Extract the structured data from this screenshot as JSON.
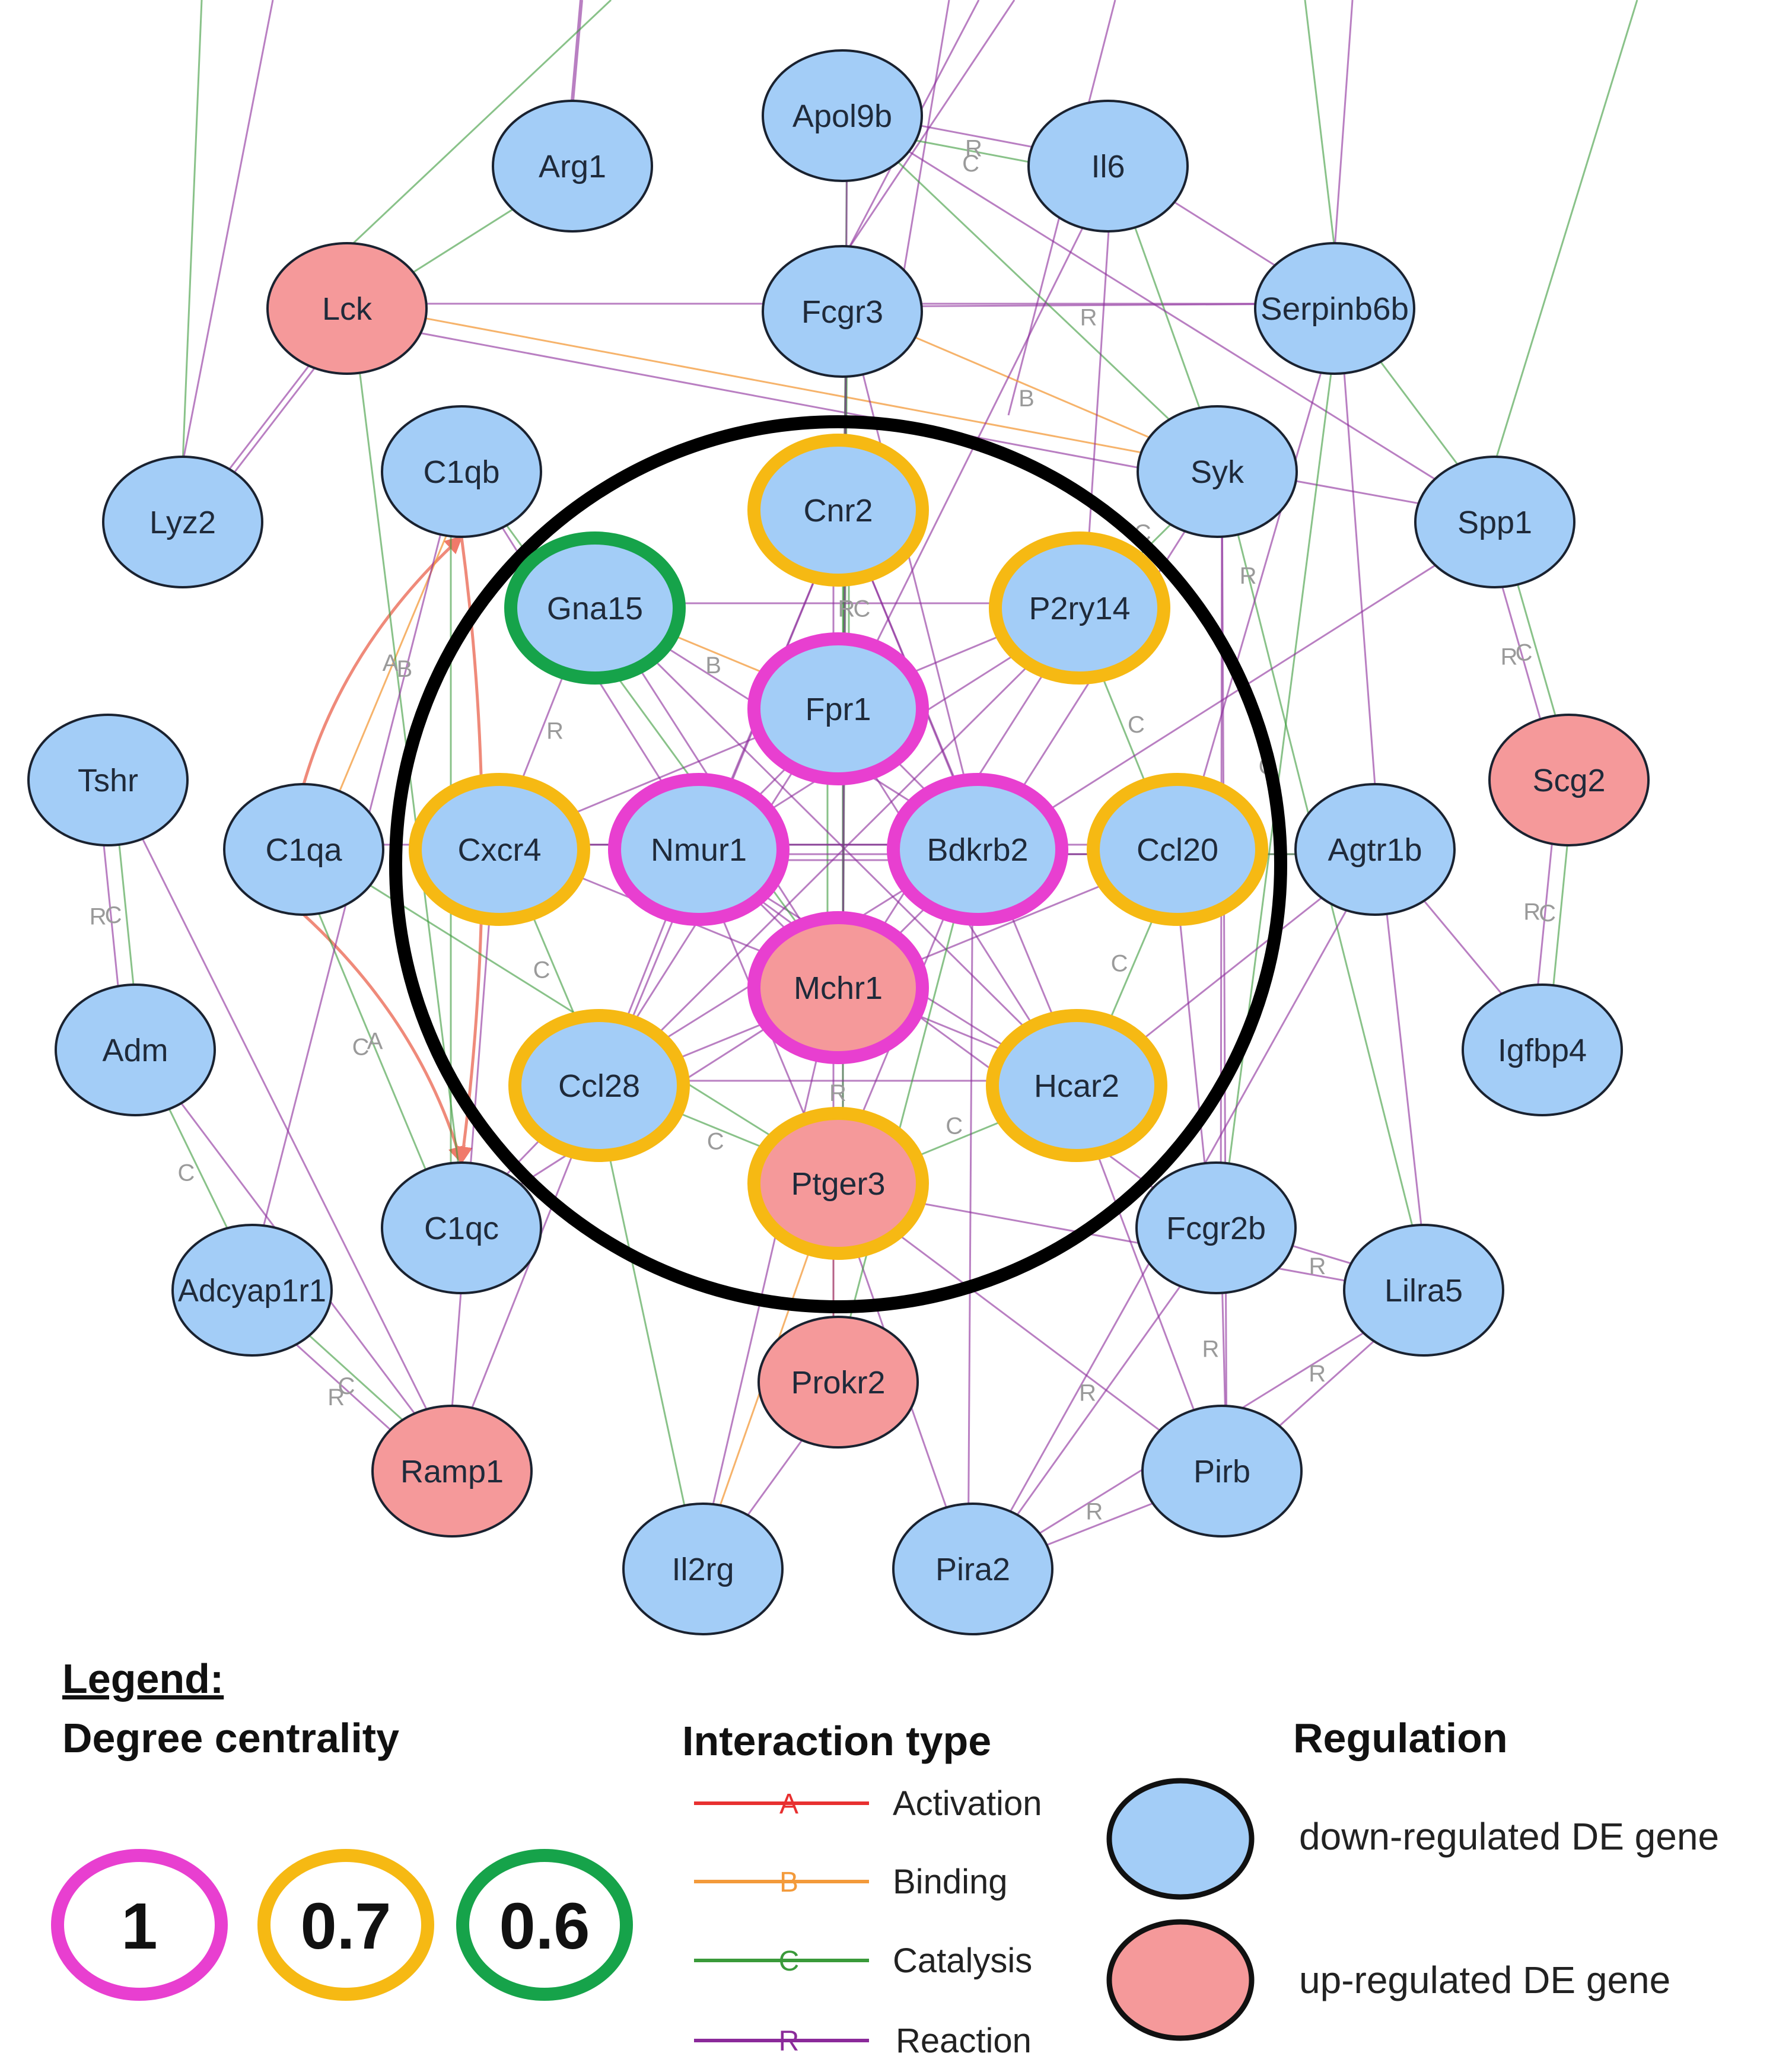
{
  "colors": {
    "down": "#a3cdf7",
    "up": "#f5999a",
    "deg1": "#e83fd0",
    "deg07": "#f6b913",
    "deg06": "#16a34a",
    "activation": "#e83030",
    "binding": "#f39a3a",
    "catalysis": "#3a9a3a",
    "reaction": "#8b2a9a",
    "highlight_circle": "#000000"
  },
  "nodes": [
    {
      "id": "Apol9b",
      "label": "Apol9b",
      "regulation": "down"
    },
    {
      "id": "Il6",
      "label": "Il6",
      "regulation": "down"
    },
    {
      "id": "Arg1",
      "label": "Arg1",
      "regulation": "down"
    },
    {
      "id": "Lck",
      "label": "Lck",
      "regulation": "up"
    },
    {
      "id": "Fcgr3",
      "label": "Fcgr3",
      "regulation": "down"
    },
    {
      "id": "Serpinb6b",
      "label": "Serpinb6b",
      "regulation": "down"
    },
    {
      "id": "C1qb",
      "label": "C1qb",
      "regulation": "down"
    },
    {
      "id": "Syk",
      "label": "Syk",
      "regulation": "down"
    },
    {
      "id": "Lyz2",
      "label": "Lyz2",
      "regulation": "down"
    },
    {
      "id": "Spp1",
      "label": "Spp1",
      "regulation": "down"
    },
    {
      "id": "Cnr2",
      "label": "Cnr2",
      "regulation": "down",
      "centrality": "0.7"
    },
    {
      "id": "Gna15",
      "label": "Gna15",
      "regulation": "down",
      "centrality": "0.6"
    },
    {
      "id": "P2ry14",
      "label": "P2ry14",
      "regulation": "down",
      "centrality": "0.7"
    },
    {
      "id": "Fpr1",
      "label": "Fpr1",
      "regulation": "down",
      "centrality": "1"
    },
    {
      "id": "Tshr",
      "label": "Tshr",
      "regulation": "down"
    },
    {
      "id": "Scg2",
      "label": "Scg2",
      "regulation": "up"
    },
    {
      "id": "C1qa",
      "label": "C1qa",
      "regulation": "down"
    },
    {
      "id": "Cxcr4",
      "label": "Cxcr4",
      "regulation": "down",
      "centrality": "0.7"
    },
    {
      "id": "Nmur1",
      "label": "Nmur1",
      "regulation": "down",
      "centrality": "1"
    },
    {
      "id": "Bdkrb2",
      "label": "Bdkrb2",
      "regulation": "down",
      "centrality": "1"
    },
    {
      "id": "Ccl20",
      "label": "Ccl20",
      "regulation": "down",
      "centrality": "0.7"
    },
    {
      "id": "Agtr1b",
      "label": "Agtr1b",
      "regulation": "down"
    },
    {
      "id": "Mchr1",
      "label": "Mchr1",
      "regulation": "up",
      "centrality": "1"
    },
    {
      "id": "Adm",
      "label": "Adm",
      "regulation": "down"
    },
    {
      "id": "Igfbp4",
      "label": "Igfbp4",
      "regulation": "down"
    },
    {
      "id": "Ccl28",
      "label": "Ccl28",
      "regulation": "down",
      "centrality": "0.7"
    },
    {
      "id": "Hcar2",
      "label": "Hcar2",
      "regulation": "down",
      "centrality": "0.7"
    },
    {
      "id": "Ptger3",
      "label": "Ptger3",
      "regulation": "up",
      "centrality": "0.7"
    },
    {
      "id": "C1qc",
      "label": "C1qc",
      "regulation": "down"
    },
    {
      "id": "Fcgr2b",
      "label": "Fcgr2b",
      "regulation": "down"
    },
    {
      "id": "Adcyap1r1",
      "label": "Adcyap1r1",
      "regulation": "down"
    },
    {
      "id": "Lilra5",
      "label": "Lilra5",
      "regulation": "down"
    },
    {
      "id": "Prokr2",
      "label": "Prokr2",
      "regulation": "up"
    },
    {
      "id": "Ramp1",
      "label": "Ramp1",
      "regulation": "up"
    },
    {
      "id": "Pirb",
      "label": "Pirb",
      "regulation": "down"
    },
    {
      "id": "Il2rg",
      "label": "Il2rg",
      "regulation": "down"
    },
    {
      "id": "Pira2",
      "label": "Pira2",
      "regulation": "down"
    }
  ],
  "edges": [
    {
      "s": "Apol9b",
      "t": "Il6",
      "type": "reaction",
      "label": "R"
    },
    {
      "s": "Apol9b",
      "t": "Il6",
      "type": "catalysis",
      "label": "C"
    },
    {
      "s": "Arg1",
      "t": "Lck",
      "type": "catalysis"
    },
    {
      "s": "Lck",
      "t": "Lyz2",
      "type": "reaction"
    },
    {
      "s": "Lck",
      "t": "Syk",
      "type": "binding"
    },
    {
      "s": "Lck",
      "t": "Syk",
      "type": "reaction"
    },
    {
      "s": "Lck",
      "t": "Serpinb6b",
      "type": "reaction"
    },
    {
      "s": "Fcgr3",
      "t": "Serpinb6b",
      "type": "reaction",
      "label": "R"
    },
    {
      "s": "Fcgr3",
      "t": "Syk",
      "type": "binding",
      "label": "B"
    },
    {
      "s": "Il6",
      "t": "Serpinb6b",
      "type": "reaction"
    },
    {
      "s": "Il6",
      "t": "Syk",
      "type": "catalysis"
    },
    {
      "s": "Apol9b",
      "t": "Syk",
      "type": "catalysis"
    },
    {
      "s": "Apol9b",
      "t": "Spp1",
      "type": "reaction"
    },
    {
      "s": "Serpinb6b",
      "t": "Spp1",
      "type": "catalysis"
    },
    {
      "s": "Syk",
      "t": "Spp1",
      "type": "reaction"
    },
    {
      "s": "Spp1",
      "t": "Scg2",
      "type": "catalysis",
      "label": "C"
    },
    {
      "s": "Spp1",
      "t": "Scg2",
      "type": "reaction",
      "label": "R"
    },
    {
      "s": "Scg2",
      "t": "Igfbp4",
      "type": "catalysis",
      "label": "C"
    },
    {
      "s": "Scg2",
      "t": "Igfbp4",
      "type": "reaction",
      "label": "R"
    },
    {
      "s": "Agtr1b",
      "t": "Igfbp4",
      "type": "reaction"
    },
    {
      "s": "C1qa",
      "t": "C1qb",
      "type": "activation",
      "label": "A"
    },
    {
      "s": "C1qa",
      "t": "C1qb",
      "type": "binding",
      "label": "B"
    },
    {
      "s": "C1qa",
      "t": "C1qc",
      "type": "activation",
      "label": "A"
    },
    {
      "s": "C1qb",
      "t": "C1qc",
      "type": "activation",
      "label": "A"
    },
    {
      "s": "C1qa",
      "t": "C1qc",
      "type": "catalysis",
      "label": "C"
    },
    {
      "s": "C1qb",
      "t": "C1qc",
      "type": "catalysis"
    },
    {
      "s": "Tshr",
      "t": "Adm",
      "type": "catalysis",
      "label": "C"
    },
    {
      "s": "Tshr",
      "t": "Adm",
      "type": "reaction",
      "label": "R"
    },
    {
      "s": "Tshr",
      "t": "Ramp1",
      "type": "reaction"
    },
    {
      "s": "Adm",
      "t": "Adcyap1r1",
      "type": "catalysis",
      "label": "C"
    },
    {
      "s": "Adm",
      "t": "Ramp1",
      "type": "reaction",
      "label": "R"
    },
    {
      "s": "Adcyap1r1",
      "t": "Ramp1",
      "type": "catalysis",
      "label": "C"
    },
    {
      "s": "Adcyap1r1",
      "t": "Ramp1",
      "type": "reaction",
      "label": "R"
    },
    {
      "s": "Fcgr2b",
      "t": "Lilra5",
      "type": "reaction",
      "label": "R"
    },
    {
      "s": "Fcgr2b",
      "t": "Pirb",
      "type": "reaction",
      "label": "R"
    },
    {
      "s": "Lilra5",
      "t": "Pirb",
      "type": "reaction",
      "label": "R"
    },
    {
      "s": "Pirb",
      "t": "Pira2",
      "type": "reaction",
      "label": "R"
    },
    {
      "s": "Fcgr2b",
      "t": "Pira2",
      "type": "reaction",
      "label": "R"
    },
    {
      "s": "Lilra5",
      "t": "Pira2",
      "type": "reaction"
    },
    {
      "s": "Prokr2",
      "t": "Il2rg",
      "type": "reaction"
    },
    {
      "s": "Fpr1",
      "t": "Cnr2",
      "type": "reaction",
      "label": "R"
    },
    {
      "s": "Fpr1",
      "t": "Cnr2",
      "type": "catalysis",
      "label": "C"
    },
    {
      "s": "Fpr1",
      "t": "Nmur1",
      "type": "reaction"
    },
    {
      "s": "Fpr1",
      "t": "Bdkrb2",
      "type": "reaction"
    },
    {
      "s": "Fpr1",
      "t": "Mchr1",
      "type": "reaction"
    },
    {
      "s": "Fpr1",
      "t": "Mchr1",
      "type": "catalysis"
    },
    {
      "s": "Nmur1",
      "t": "Bdkrb2",
      "type": "catalysis"
    },
    {
      "s": "Nmur1",
      "t": "Bdkrb2",
      "type": "reaction"
    },
    {
      "s": "Nmur1",
      "t": "Mchr1",
      "type": "reaction"
    },
    {
      "s": "Bdkrb2",
      "t": "Mchr1",
      "type": "reaction"
    },
    {
      "s": "Mchr1",
      "t": "Ptger3",
      "type": "reaction"
    },
    {
      "s": "Cxcr4",
      "t": "Nmur1",
      "type": "catalysis"
    },
    {
      "s": "Cxcr4",
      "t": "Ccl28",
      "type": "catalysis",
      "label": "C"
    },
    {
      "s": "Cxcr4",
      "t": "Gna15",
      "type": "reaction",
      "label": "R"
    },
    {
      "s": "Ccl20",
      "t": "Bdkrb2",
      "type": "catalysis"
    },
    {
      "s": "Ccl20",
      "t": "P2ry14",
      "type": "catalysis",
      "label": "C"
    },
    {
      "s": "Ccl20",
      "t": "Hcar2",
      "type": "catalysis",
      "label": "C"
    },
    {
      "s": "Gna15",
      "t": "Fpr1",
      "type": "binding",
      "label": "B"
    },
    {
      "s": "Gna15",
      "t": "Bdkrb2",
      "type": "reaction"
    },
    {
      "s": "Gna15",
      "t": "Mchr1",
      "type": "reaction"
    },
    {
      "s": "P2ry14",
      "t": "Nmur1",
      "type": "reaction"
    },
    {
      "s": "P2ry14",
      "t": "Mchr1",
      "type": "reaction"
    },
    {
      "s": "Cnr2",
      "t": "Ptger3",
      "type": "catalysis"
    },
    {
      "s": "Cnr2",
      "t": "Nmur1",
      "type": "reaction"
    },
    {
      "s": "Cnr2",
      "t": "Bdkrb2",
      "type": "reaction"
    },
    {
      "s": "Ccl28",
      "t": "Ptger3",
      "type": "catalysis",
      "label": "C"
    },
    {
      "s": "Ccl28",
      "t": "Fpr1",
      "type": "reaction"
    },
    {
      "s": "Ccl28",
      "t": "Bdkrb2",
      "type": "reaction"
    },
    {
      "s": "Ccl28",
      "t": "Hcar2",
      "type": "reaction",
      "label": "R"
    },
    {
      "s": "Hcar2",
      "t": "Ptger3",
      "type": "catalysis",
      "label": "C"
    },
    {
      "s": "Hcar2",
      "t": "Fpr1",
      "type": "reaction"
    },
    {
      "s": "Hcar2",
      "t": "Nmur1",
      "type": "reaction"
    },
    {
      "s": "Ptger3",
      "t": "Nmur1",
      "type": "reaction"
    },
    {
      "s": "Ptger3",
      "t": "Bdkrb2",
      "type": "reaction"
    },
    {
      "s": "Cxcr4",
      "t": "Bdkrb2",
      "type": "reaction"
    },
    {
      "s": "Ccl20",
      "t": "Nmur1",
      "type": "reaction"
    },
    {
      "s": "Gna15",
      "t": "P2ry14",
      "type": "reaction"
    },
    {
      "s": "Gna15",
      "t": "Hcar2",
      "type": "reaction"
    },
    {
      "s": "P2ry14",
      "t": "Ccl28",
      "type": "reaction"
    },
    {
      "s": "Cnr2",
      "t": "Ccl28",
      "type": "reaction"
    },
    {
      "s": "Cnr2",
      "t": "Hcar2",
      "type": "reaction",
      "label": "R"
    },
    {
      "s": "Cxcr4",
      "t": "Ccl20",
      "type": "reaction"
    },
    {
      "s": "Cxcr4",
      "t": "Hcar2",
      "type": "reaction"
    },
    {
      "s": "Ccl20",
      "t": "Ccl28",
      "type": "reaction"
    },
    {
      "s": "Cxcr4",
      "t": "P2ry14",
      "type": "reaction"
    },
    {
      "s": "Fcgr3",
      "t": "Cnr2",
      "type": "reaction"
    },
    {
      "s": "Fcgr3",
      "t": "Fpr1",
      "type": "catalysis"
    },
    {
      "s": "Fcgr3",
      "t": "Bdkrb2",
      "type": "reaction"
    },
    {
      "s": "Fcgr3",
      "t": "Mchr1",
      "type": "catalysis"
    },
    {
      "s": "Il6",
      "t": "P2ry14",
      "type": "reaction"
    },
    {
      "s": "Il6",
      "t": "Fpr1",
      "type": "reaction"
    },
    {
      "s": "Apol9b",
      "t": "Fpr1",
      "type": "catalysis"
    },
    {
      "s": "Apol9b",
      "t": "Mchr1",
      "type": "reaction"
    },
    {
      "s": "Syk",
      "t": "P2ry14",
      "type": "catalysis",
      "label": "C"
    },
    {
      "s": "Syk",
      "t": "Bdkrb2",
      "type": "reaction"
    },
    {
      "s": "Syk",
      "t": "Fcgr2b",
      "type": "reaction"
    },
    {
      "s": "Syk",
      "t": "Pirb",
      "type": "reaction"
    },
    {
      "s": "Syk",
      "t": "Lilra5",
      "type": "catalysis"
    },
    {
      "s": "Serpinb6b",
      "t": "Ccl20",
      "type": "reaction",
      "label": "R"
    },
    {
      "s": "Serpinb6b",
      "t": "Fcgr2b",
      "type": "catalysis",
      "label": "C"
    },
    {
      "s": "Serpinb6b",
      "t": "Agtr1b",
      "type": "reaction"
    },
    {
      "s": "Spp1",
      "t": "Bdkrb2",
      "type": "reaction"
    },
    {
      "s": "Agtr1b",
      "t": "Bdkrb2",
      "type": "reaction"
    },
    {
      "s": "Agtr1b",
      "t": "Ccl20",
      "type": "catalysis"
    },
    {
      "s": "Agtr1b",
      "t": "Hcar2",
      "type": "reaction"
    },
    {
      "s": "Agtr1b",
      "t": "Pira2",
      "type": "reaction"
    },
    {
      "s": "Agtr1b",
      "t": "Lilra5",
      "type": "reaction"
    },
    {
      "s": "C1qb",
      "t": "Nmur1",
      "type": "reaction"
    },
    {
      "s": "C1qb",
      "t": "Mchr1",
      "type": "catalysis"
    },
    {
      "s": "C1qa",
      "t": "Cxcr4",
      "type": "reaction"
    },
    {
      "s": "C1qa",
      "t": "Ptger3",
      "type": "catalysis"
    },
    {
      "s": "C1qc",
      "t": "Ccl28",
      "type": "reaction"
    },
    {
      "s": "C1qc",
      "t": "Mchr1",
      "type": "reaction"
    },
    {
      "s": "Lck",
      "t": "C1qc",
      "type": "catalysis"
    },
    {
      "s": "Fcgr2b",
      "t": "Ccl20",
      "type": "reaction"
    },
    {
      "s": "Fcgr2b",
      "t": "Nmur1",
      "type": "reaction"
    },
    {
      "s": "Pirb",
      "t": "Hcar2",
      "type": "reaction"
    },
    {
      "s": "Pirb",
      "t": "Ptger3",
      "type": "reaction"
    },
    {
      "s": "Pira2",
      "t": "Ptger3",
      "type": "reaction"
    },
    {
      "s": "Pira2",
      "t": "Bdkrb2",
      "type": "reaction"
    },
    {
      "s": "Il2rg",
      "t": "Ptger3",
      "type": "binding"
    },
    {
      "s": "Il2rg",
      "t": "Ccl28",
      "type": "catalysis"
    },
    {
      "s": "Il2rg",
      "t": "Mchr1",
      "type": "reaction"
    },
    {
      "s": "Prokr2",
      "t": "Ptger3",
      "type": "binding"
    },
    {
      "s": "Prokr2",
      "t": "Mchr1",
      "type": "reaction"
    },
    {
      "s": "Prokr2",
      "t": "Bdkrb2",
      "type": "catalysis"
    },
    {
      "s": "Ramp1",
      "t": "Cxcr4",
      "type": "reaction"
    },
    {
      "s": "Ramp1",
      "t": "Nmur1",
      "type": "reaction"
    },
    {
      "s": "Adcyap1r1",
      "t": "C1qb",
      "type": "reaction"
    },
    {
      "s": "Lilra5",
      "t": "Ptger3",
      "type": "reaction"
    },
    {
      "s": "Lyz2",
      "t": "Lck",
      "type": "reaction"
    }
  ],
  "legend": {
    "heading": "Legend:",
    "degree": {
      "title": "Degree centrality",
      "items": [
        {
          "value": "1",
          "color_key": "deg1"
        },
        {
          "value": "0.7",
          "color_key": "deg07"
        },
        {
          "value": "0.6",
          "color_key": "deg06"
        }
      ]
    },
    "interaction": {
      "title": "Interaction type",
      "items": [
        {
          "mark": "A",
          "label": "Activation",
          "color_key": "activation"
        },
        {
          "mark": "B",
          "label": "Binding",
          "color_key": "binding"
        },
        {
          "mark": "C",
          "label": "Catalysis",
          "color_key": "catalysis"
        },
        {
          "mark": "R",
          "label": "Reaction",
          "color_key": "reaction"
        }
      ]
    },
    "regulation": {
      "title": "Regulation",
      "items": [
        {
          "label": "down-regulated DE gene",
          "color_key": "down"
        },
        {
          "label": "up-regulated DE gene",
          "color_key": "up"
        }
      ]
    }
  }
}
